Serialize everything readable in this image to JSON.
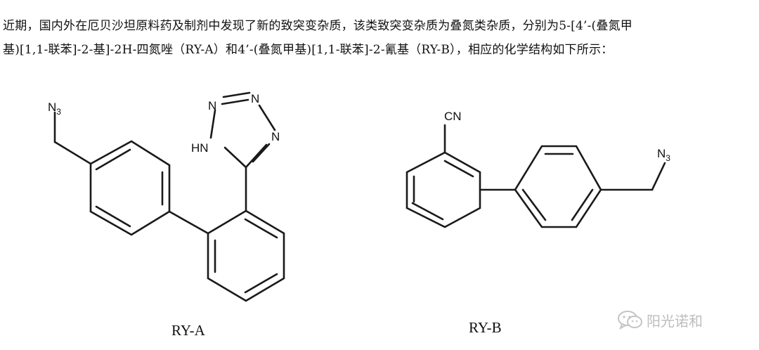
{
  "intro": {
    "line1": "近期，国内外在厄贝沙坦原料药及制剂中发现了新的致突变杂质，该类致突变杂质为叠氮类杂质，分别为5-[4’-(叠氮甲",
    "line2": "基)[1,1-联苯]-2-基]-2H-四氮唑（RY-A）和4’-(叠氮甲基)[1,1-联苯]-2-氰基（RY-B），相应的化学结构如下所示："
  },
  "ry_a": {
    "caption": "RY-A",
    "atom_n3": "N",
    "atom_n3_sub": "3",
    "atom_n_top": "N",
    "atom_n_left": "N",
    "atom_n_right": "N",
    "atom_hn": "HN"
  },
  "ry_b": {
    "caption": "RY-B",
    "atom_cn": "CN",
    "atom_n3": "N",
    "atom_n3_sub": "3"
  },
  "watermark": {
    "icon": "wechat-icon",
    "text": "阳光诺和"
  }
}
